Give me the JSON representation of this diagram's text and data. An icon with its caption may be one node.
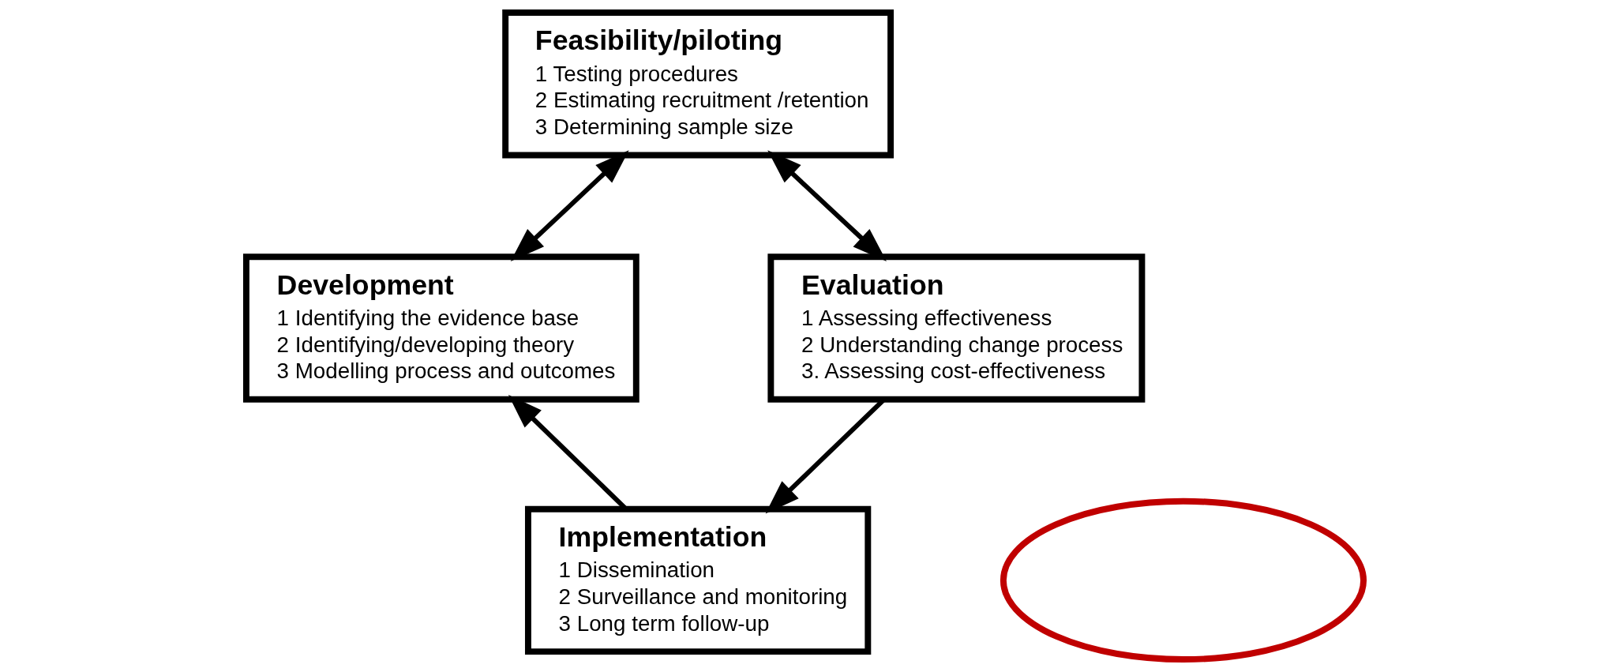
{
  "diagram": {
    "nodes": [
      {
        "text": [
          "Feasibility/piloting",
          "1 Testing procedures",
          "2 Estimating recruitment /retention",
          "3 Determining sample size"
        ]
      },
      {
        "text": [
          "Development",
          "1 Identifying the evidence base",
          "2 Identifying/developing theory",
          "3 Modelling process and outcomes"
        ]
      },
      {
        "text": [
          "Evaluation",
          "1 Assessing effectiveness",
          "2 Understanding change process",
          "3. Assessing cost-effectiveness"
        ]
      },
      {
        "text": [
          "Implementation",
          "1 Dissemination",
          "2 Surveillance and monitoring",
          "3 Long term follow-up"
        ]
      },
      {
        "text": [],
        "shape": "ellipse"
      }
    ],
    "edges": [
      {
        "from": 1,
        "to": 0,
        "arrow": "both"
      },
      {
        "from": 0,
        "to": 2,
        "arrow": "both"
      },
      {
        "from": 2,
        "to": 3,
        "arrow": "to"
      },
      {
        "from": 3,
        "to": 1,
        "arrow": "to"
      }
    ]
  }
}
